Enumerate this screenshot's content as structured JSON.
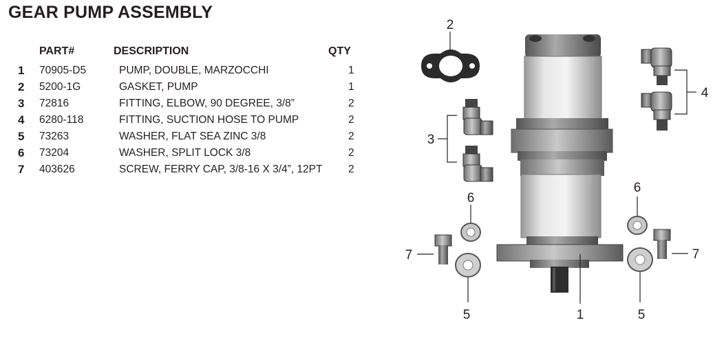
{
  "title": "GEAR PUMP ASSEMBLY",
  "table": {
    "headers": {
      "part": "PART#",
      "description": "DESCRIPTION",
      "qty": "QTY"
    },
    "rows": [
      {
        "index": "1",
        "part": "70905-D5",
        "description": "PUMP, DOUBLE, MARZOCCHI",
        "qty": "1"
      },
      {
        "index": "2",
        "part": "5200-1G",
        "description": "GASKET, PUMP",
        "qty": "1"
      },
      {
        "index": "3",
        "part": "72816",
        "description": "FITTING, ELBOW, 90 DEGREE,  3/8”",
        "qty": "2"
      },
      {
        "index": "4",
        "part": "6280-118",
        "description": "FITTING, SUCTION HOSE TO PUMP",
        "qty": "2"
      },
      {
        "index": "5",
        "part": "73263",
        "description": "WASHER, FLAT SEA ZINC 3/8",
        "qty": "2"
      },
      {
        "index": "6",
        "part": "73204",
        "description": "WASHER, SPLIT LOCK 3/8",
        "qty": "2"
      },
      {
        "index": "7",
        "part": "403626",
        "description": "SCREW, FERRY CAP, 3/8-16 X 3/4”, 12PT",
        "qty": "2"
      }
    ]
  },
  "diagram": {
    "callouts": {
      "gasket": "2",
      "elbows": "3",
      "suction_fittings": "4",
      "lock_washer_left": "6",
      "lock_washer_right": "6",
      "screw_left": "7",
      "screw_right": "7",
      "flat_washer_left": "5",
      "flat_washer_right": "5",
      "pump": "1"
    }
  }
}
